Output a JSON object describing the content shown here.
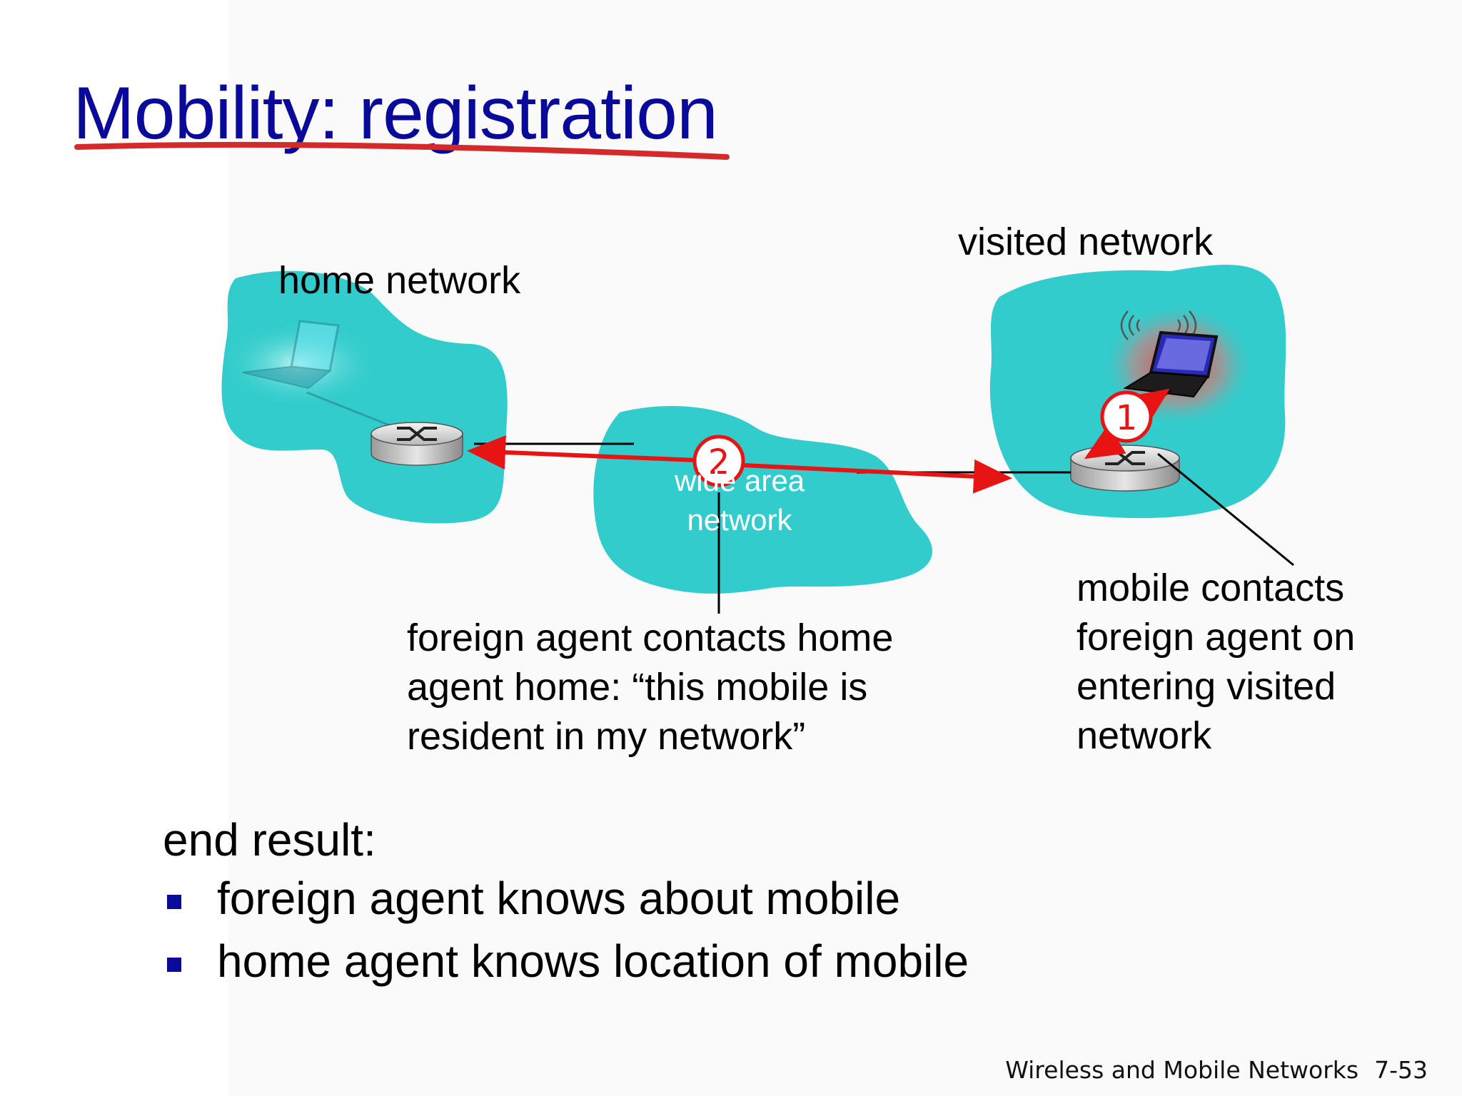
{
  "title": "Mobility: registration",
  "colors": {
    "title": "#0a0a9a",
    "underline": "#d42a2a",
    "cloud": "#33cccc",
    "arrow": "#e81414",
    "bullet": "#0a0a9a"
  },
  "diagram": {
    "home_network_label": "home network",
    "visited_network_label": "visited network",
    "wan_label_line1": "wide area",
    "wan_label_line2": "network",
    "step1": "1",
    "step2": "2",
    "callout_foreign_agent": "foreign agent contacts home\nagent home: “this mobile is\nresident in my network”",
    "callout_mobile": "mobile contacts\nforeign agent on\nentering visited\nnetwork",
    "icons": [
      "laptop-icon",
      "router-icon",
      "wireless-signal-icon"
    ]
  },
  "end_result": {
    "heading": "end result:",
    "bullets": [
      "foreign agent knows about mobile",
      "home agent knows location of mobile"
    ]
  },
  "footer": {
    "text": "Wireless and Mobile Networks",
    "page": "7-53"
  }
}
